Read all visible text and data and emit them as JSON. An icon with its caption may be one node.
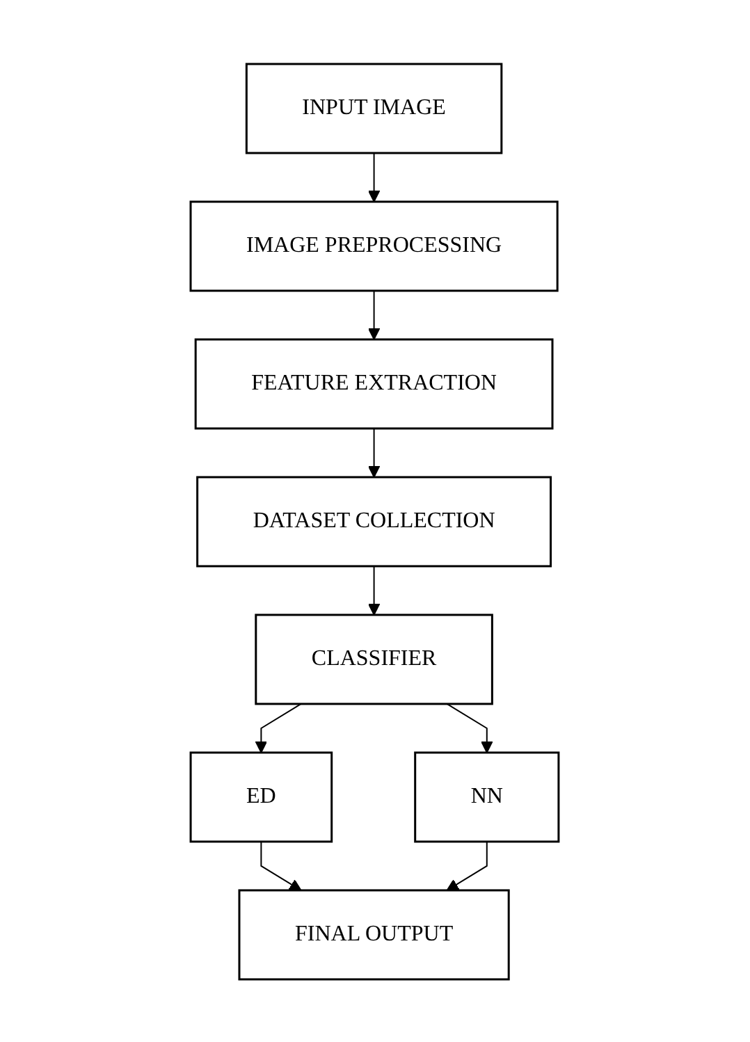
{
  "diagram": {
    "nodes": [
      {
        "text": [
          "INPUT IMAGE"
        ]
      },
      {
        "text": [
          "IMAGE PREPROCESSING"
        ]
      },
      {
        "text": [
          "FEATURE EXTRACTION"
        ]
      },
      {
        "text": [
          "DATASET COLLECTION"
        ]
      },
      {
        "text": [
          "CLASSIFIER"
        ]
      },
      {
        "text": [
          "ED"
        ]
      },
      {
        "text": [
          "NN"
        ]
      },
      {
        "text": [
          "FINAL OUTPUT"
        ]
      }
    ],
    "edges": [
      {
        "from": 0,
        "to": 1,
        "arrow": "to"
      },
      {
        "from": 1,
        "to": 2,
        "arrow": "to"
      },
      {
        "from": 2,
        "to": 3,
        "arrow": "to"
      },
      {
        "from": 3,
        "to": 4,
        "arrow": "to"
      },
      {
        "from": 4,
        "to": 5,
        "arrow": "to"
      },
      {
        "from": 4,
        "to": 6,
        "arrow": "to"
      },
      {
        "from": 5,
        "to": 7,
        "arrow": "to"
      },
      {
        "from": 6,
        "to": 7,
        "arrow": "to"
      }
    ]
  }
}
